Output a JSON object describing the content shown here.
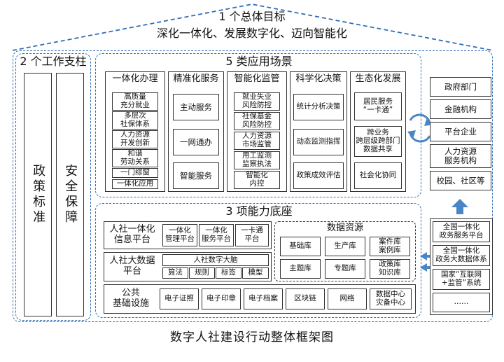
{
  "colors": {
    "frame": "#2e6fb5",
    "arrow": "#4a86c5",
    "box": "#333333"
  },
  "header": {
    "goal_title": "1 个总体目标",
    "goal_text": "深化一体化、发展数字化、迈向智能化"
  },
  "pillars": {
    "title": "2 个工作支柱",
    "items": [
      "政策标准",
      "安全保障"
    ]
  },
  "scenes": {
    "title": "5 类应用场景",
    "columns": [
      {
        "title": "一体化办理",
        "items": [
          "高质量\n充分就业",
          "多层次\n社保体系",
          "人力资源\n开发创新",
          "和谐\n劳动关系",
          "一门综窗",
          "一体化应用"
        ]
      },
      {
        "title": "精准化服务",
        "items": [
          "主动服务",
          "一网通办",
          "智能服务"
        ]
      },
      {
        "title": "智能化监管",
        "items": [
          "就业失业\n风险防控",
          "社保基金\n风险防控",
          "人力资源\n市场监管",
          "用工监测\n监察执法",
          "智能化\n内控"
        ]
      },
      {
        "title": "科学化决策",
        "items": [
          "统计分析决策",
          "动态监测指挥",
          "政策成效评估"
        ]
      },
      {
        "title": "生态化发展",
        "items": [
          "居民服务\n“一卡通”",
          "跨业务\n跨层级跨部门\n数据共享",
          "社会化协同"
        ]
      }
    ]
  },
  "right_top": [
    "政府部门",
    "金融机构",
    "平台企业",
    "人力资源\n服务机构",
    "校园、社区等"
  ],
  "base": {
    "title": "3 项能力底座",
    "platforms": [
      {
        "name": "人社一体化\n信息平台",
        "items": [
          "一体化\n管理平台",
          "一体化\n服务平台",
          "一卡通\n平台"
        ]
      },
      {
        "name": "人社大数据\n平台",
        "top": "人社数字大脑",
        "items": [
          "算法",
          "规则",
          "标签",
          "模型"
        ]
      },
      {
        "name": "公共\n基础设施",
        "items": [
          "电子证照",
          "电子印章",
          "电子档案",
          "区块链",
          "网络",
          "数据中心\n灾备中心"
        ]
      }
    ],
    "data_resources": {
      "title": "数据资源",
      "items": [
        "基础库",
        "生产库",
        "案件库\n案例库",
        "主题库",
        "专题库",
        "政策库\n知识库"
      ]
    }
  },
  "right_bottom": [
    "全国一体化\n政务服务平台",
    "全国一体化\n政务大数据体系",
    "国家“互联网\n+监管”系统",
    "……"
  ],
  "caption": "数字人社建设行动整体框架图"
}
